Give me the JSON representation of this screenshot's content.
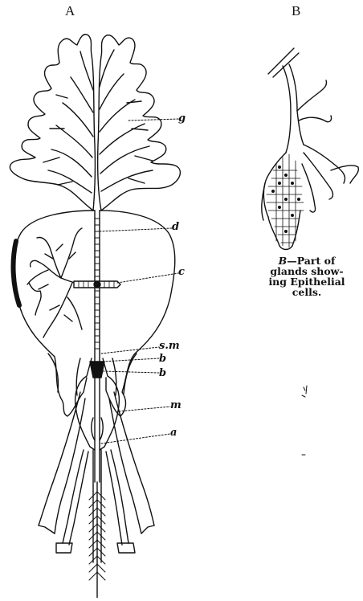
{
  "panels": {
    "a": "A",
    "b": "B"
  },
  "labels": {
    "g": "g",
    "d": "d",
    "c": "c",
    "sm": "s.m",
    "b1": "b",
    "b2": "b",
    "m": "m",
    "a": "a"
  },
  "caption_b": {
    "letter": "B",
    "line1": "—Part of",
    "line2": "glands show-",
    "line3": "ing Epithelial",
    "line4": "cells."
  },
  "colors": {
    "ink": "#111111",
    "paper": "#ffffff"
  }
}
